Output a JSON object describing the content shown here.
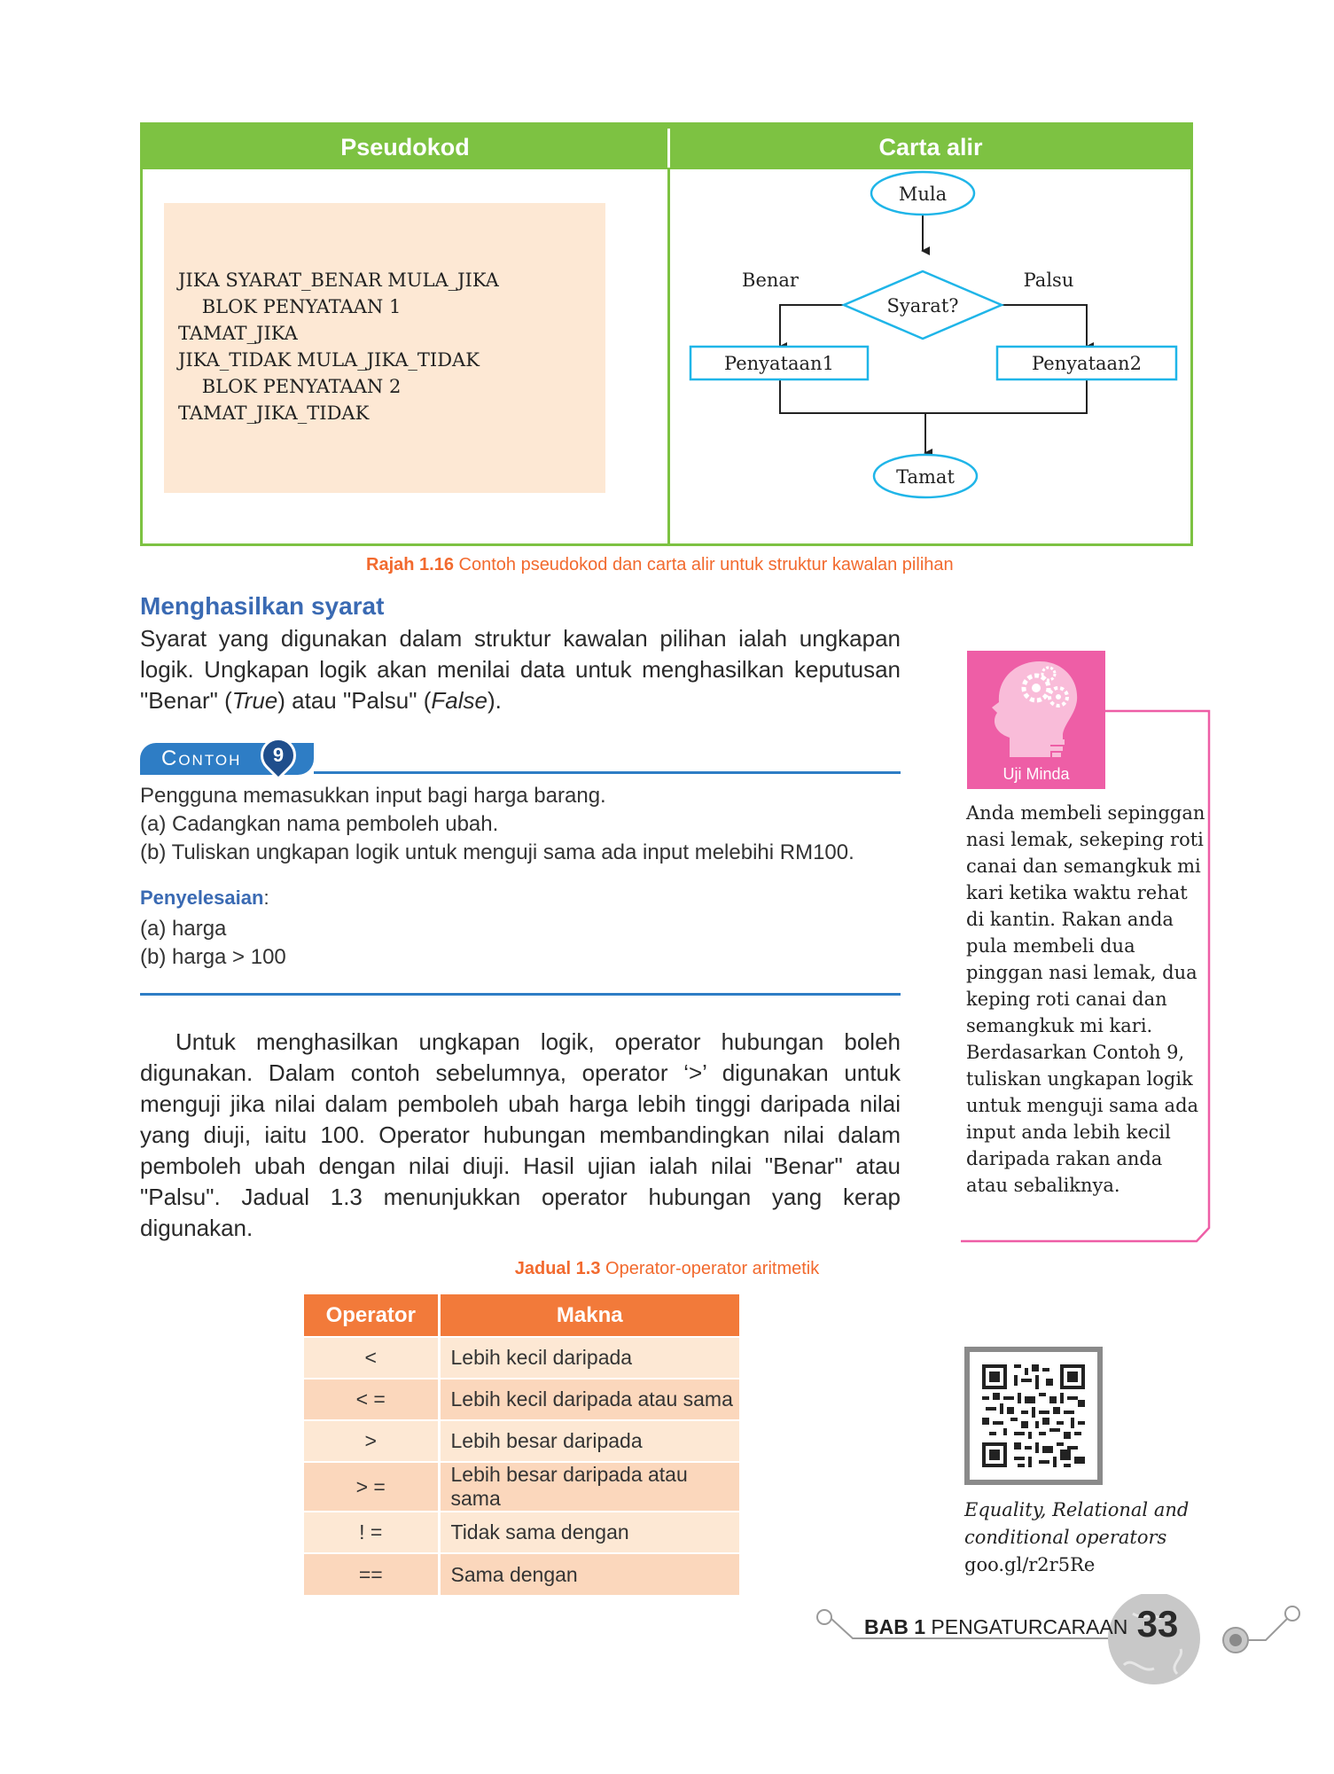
{
  "figure": {
    "header_left": "Pseudokod",
    "header_right": "Carta alir",
    "pseudocode": "JIKA SYARAT_BENAR MULA_JIKA\n    BLOK PENYATAAN 1\nTAMAT_JIKA\nJIKA_TIDAK MULA_JIKA_TIDAK\n    BLOK PENYATAAN 2\nTAMAT_JIKA_TIDAK",
    "flow": {
      "start": "Mula",
      "decision": "Syarat?",
      "true_label": "Benar",
      "false_label": "Palsu",
      "stmt1": "Penyataan1",
      "stmt2": "Penyataan2",
      "end": "Tamat"
    },
    "caption_num": "Rajah 1.16",
    "caption_text": "Contoh pseudokod dan carta alir untuk struktur kawalan pilihan"
  },
  "section": {
    "title": "Menghasilkan syarat",
    "intro_a": "Syarat yang digunakan dalam struktur kawalan pilihan ialah ungkapan logik. Ungkapan logik akan menilai data untuk menghasilkan keputusan \"Benar\" (",
    "intro_true": "True",
    "intro_b": ") atau \"Palsu\" (",
    "intro_false": "False",
    "intro_c": ")."
  },
  "contoh": {
    "label": "Contoh",
    "number": "9",
    "question": "Pengguna memasukkan input bagi harga barang.",
    "q_a": "(a)  Cadangkan nama pemboleh ubah.",
    "q_b": "(b)  Tuliskan ungkapan logik untuk menguji sama ada input melebihi RM100.",
    "solution_title": "Penyelesaian",
    "solution_colon": ":",
    "ans_a": "(a)  harga",
    "ans_b": "(b)  harga > 100"
  },
  "body_paragraph": "Untuk menghasilkan ungkapan logik, operator hubungan boleh digunakan. Dalam contoh sebelumnya, operator ‘>’ digunakan untuk menguji jika nilai dalam pemboleh ubah harga lebih tinggi daripada nilai yang diuji, iaitu 100. Operator hubungan membandingkan nilai dalam pemboleh ubah dengan nilai diuji. Hasil ujian ialah nilai \"Benar\" atau \"Palsu\". Jadual 1.3 menunjukkan operator hubungan yang kerap digunakan.",
  "table": {
    "caption_num": "Jadual 1.3",
    "caption_text": "Operator-operator aritmetik",
    "headers": [
      "Operator",
      "Makna"
    ],
    "rows": [
      [
        "<",
        "Lebih kecil daripada"
      ],
      [
        "< =",
        "Lebih kecil daripada atau sama"
      ],
      [
        ">",
        "Lebih besar daripada"
      ],
      [
        "> =",
        "Lebih besar daripada atau sama"
      ],
      [
        "! =",
        "Tidak sama dengan"
      ],
      [
        "==",
        "Sama dengan"
      ]
    ]
  },
  "sidebar": {
    "label": "Uji Minda",
    "text": "Anda membeli sepinggan nasi lemak, sekeping roti canai dan semangkuk mi kari ketika waktu rehat di kantin. Rakan anda pula membeli dua pinggan nasi lemak, dua keping roti canai dan semangkuk mi kari. Berdasarkan Contoh 9, tuliskan ungkapan logik untuk menguji sama ada input anda lebih kecil daripada rakan anda atau sebaliknya."
  },
  "qr": {
    "caption_line1": "Equality, Relational and",
    "caption_line2": "conditional operators",
    "url": "goo.gl/r2r5Re"
  },
  "footer": {
    "chapter": "BAB 1",
    "chapter_title": "PENGATURCARAAN",
    "page_number": "33"
  },
  "colors": {
    "green": "#7dc242",
    "orange": "#f27a3a",
    "blue": "#2e7dc5",
    "pink": "#ee5ea6",
    "cyan": "#1fb5e8"
  }
}
